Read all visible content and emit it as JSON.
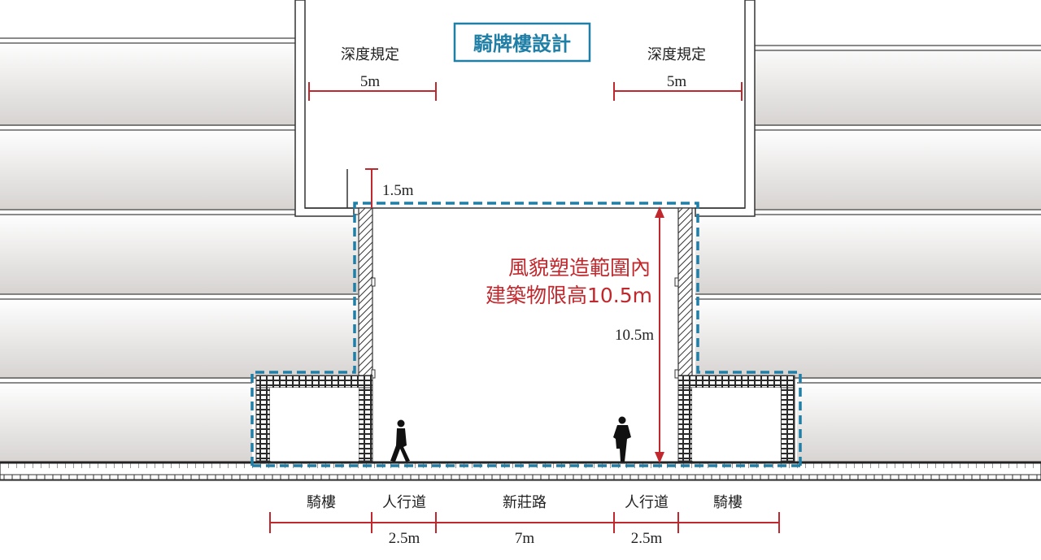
{
  "title": "騎牌樓設計",
  "depth_rule": {
    "left_label": "深度規定",
    "left_value": "5m",
    "right_label": "深度規定",
    "right_value": "5m"
  },
  "offset_label": "1.5m",
  "height_note": {
    "line1": "風貌塑造範圍內",
    "line2": "建築物限高10.5m"
  },
  "height_value": "10.5m",
  "bottom_labels": {
    "arcade_left": "騎樓",
    "sidewalk_left": "人行道",
    "road": "新莊路",
    "sidewalk_right": "人行道",
    "arcade_right": "騎樓"
  },
  "bottom_dims": {
    "sidewalk_left": "2.5m",
    "road": "7m",
    "sidewalk_right": "2.5m"
  },
  "colors": {
    "accent_red": "#c0282d",
    "dashed_blue": "#1f7fa6",
    "title_blue": "#1f7fa6",
    "structure": "#3a3a3a"
  }
}
